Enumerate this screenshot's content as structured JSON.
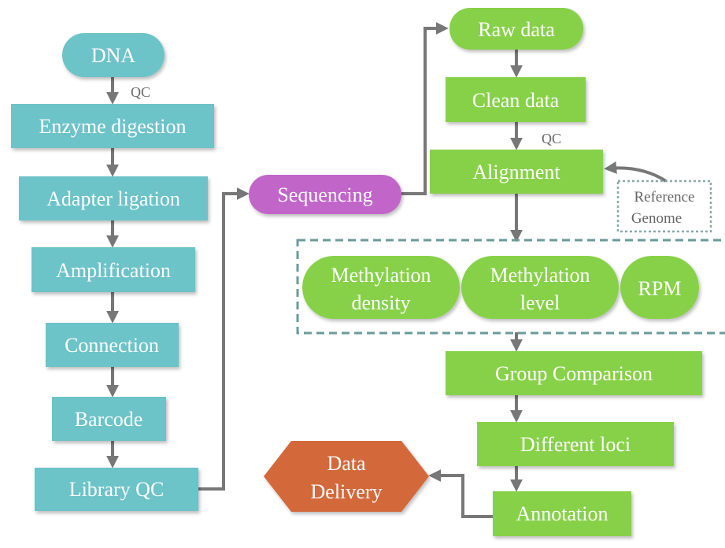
{
  "colors": {
    "teal": "#6cc3c8",
    "green": "#87d14a",
    "magenta": "#c165c9",
    "orange": "#d3683a",
    "arrow": "#777777",
    "dashed": "#6a9a9a",
    "text_white": "#ffffff",
    "text_gray": "#666666"
  },
  "library_prep": {
    "dna": "DNA",
    "qc_label": "QC",
    "enzyme": "Enzyme digestion",
    "adapter": "Adapter ligation",
    "amplification": "Amplification",
    "connection": "Connection",
    "barcode": "Barcode",
    "library_qc": "Library QC"
  },
  "sequencing": "Sequencing",
  "analysis": {
    "raw_data": "Raw data",
    "clean_data": "Clean data",
    "qc_label": "QC",
    "alignment": "Alignment",
    "reference_line1": "Reference",
    "reference_line2": "Genome",
    "methylation_density_line1": "Methylation",
    "methylation_density_line2": "density",
    "methylation_level_line1": "Methylation",
    "methylation_level_line2": "level",
    "rpm": "RPM",
    "group_comparison": "Group Comparison",
    "different_loci": "Different loci",
    "annotation": "Annotation",
    "data_delivery_line1": "Data",
    "data_delivery_line2": "Delivery"
  }
}
